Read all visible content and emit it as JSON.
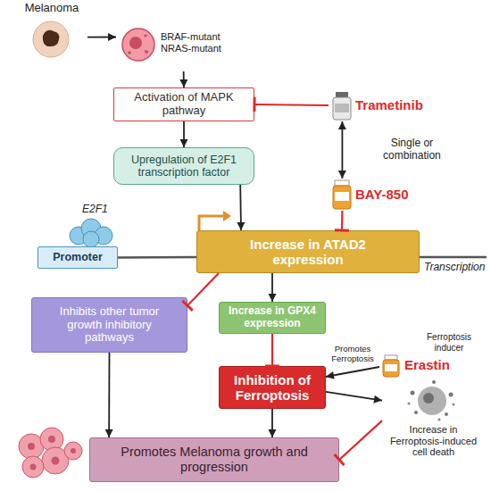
{
  "diagram": {
    "nodes": [
      {
        "text": [
          "Melanoma"
        ]
      },
      {
        "text": [
          "BRAF-mutant NRAS-mutant"
        ]
      },
      {
        "text": [
          "Activation of MAPK pathway"
        ]
      },
      {
        "text": [
          "Trametinib"
        ]
      },
      {
        "text": [
          "Upregulation of E2F1 transcription factor"
        ]
      },
      {
        "text": [
          "BAY-850"
        ]
      },
      {
        "text": [
          "E2F1"
        ]
      },
      {
        "text": [
          "Promoter"
        ]
      },
      {
        "text": [
          "Increase in ATAD2 expression"
        ]
      },
      {
        "text": [
          "Inhibits other tumor growth inhibitory pathways"
        ]
      },
      {
        "text": [
          "Increase in GPX4 expression"
        ]
      },
      {
        "text": [
          "Ferroptosis inducer",
          "Erastin"
        ]
      },
      {
        "text": [
          "Inhibition of Ferroptosis"
        ]
      },
      {
        "text": [
          "Increase in Ferroptosis-induced cell death"
        ]
      },
      {
        "text": [
          "Promotes Melanoma growth and progression"
        ]
      }
    ],
    "edges": [
      {
        "from": 0,
        "to": 1,
        "arrow": "to"
      },
      {
        "from": 1,
        "to": 2,
        "arrow": "to"
      },
      {
        "from": 3,
        "to": 2,
        "arrow": "to"
      },
      {
        "from": 2,
        "to": 4,
        "arrow": "to"
      },
      {
        "from": 3,
        "to": 5,
        "label": "Single or combination",
        "arrow": "both"
      },
      {
        "from": 5,
        "to": 8,
        "arrow": "to"
      },
      {
        "from": 4,
        "to": 8,
        "arrow": "to"
      },
      {
        "from": 7,
        "to": 8,
        "arrow": "none"
      },
      {
        "from": 8,
        "to": 9,
        "arrow": "to"
      },
      {
        "from": 8,
        "to": 10,
        "arrow": "to"
      },
      {
        "from": 10,
        "to": 12,
        "arrow": "to"
      },
      {
        "from": 11,
        "to": 12,
        "label": "Promotes Ferroptosis",
        "arrow": "to"
      },
      {
        "from": 12,
        "to": 13,
        "arrow": "to"
      },
      {
        "from": 9,
        "to": 14,
        "arrow": "to"
      },
      {
        "from": 12,
        "to": 14,
        "arrow": "to"
      },
      {
        "from": 13,
        "to": 14,
        "arrow": "to"
      }
    ],
    "labels": [
      "Transcription"
    ]
  }
}
